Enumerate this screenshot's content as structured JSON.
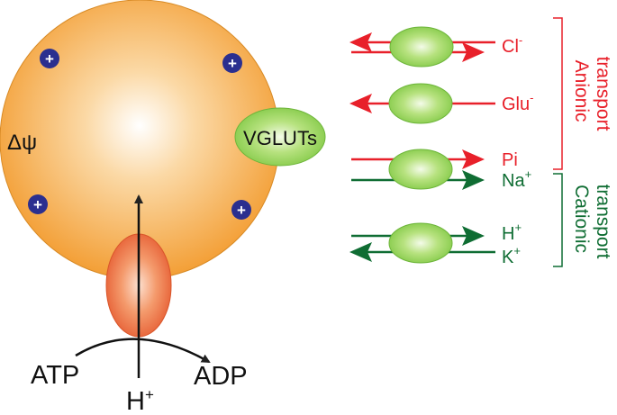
{
  "vesicle": {
    "potential_label": "Δψ",
    "charge_symbol": "+",
    "transporter_label": "VGLUTs"
  },
  "pump": {
    "substrate": "ATP",
    "product": "ADP",
    "proton_base": "H",
    "proton_charge": "+"
  },
  "transport": {
    "chloride": {
      "base": "Cl",
      "charge": "-"
    },
    "glutamate": {
      "base": "Glu",
      "charge": "-"
    },
    "phosphate": {
      "base": "Pi"
    },
    "sodium": {
      "base": "Na",
      "charge": "+"
    },
    "proton": {
      "base": "H",
      "charge": "+"
    },
    "potassium": {
      "base": "K",
      "charge": "+"
    }
  },
  "groups": {
    "anionic": {
      "line1": "Anionic",
      "line2": "transport"
    },
    "cationic": {
      "line1": "Cationic",
      "line2": "transport"
    }
  },
  "colors": {
    "anionic": "#e8202a",
    "cationic": "#0f6d33",
    "vesicle_fill": "#f6a843",
    "charge_fill": "#2b2f8f",
    "transporter_fill": "#8fd04a",
    "pump_fill": "#ee6232"
  }
}
